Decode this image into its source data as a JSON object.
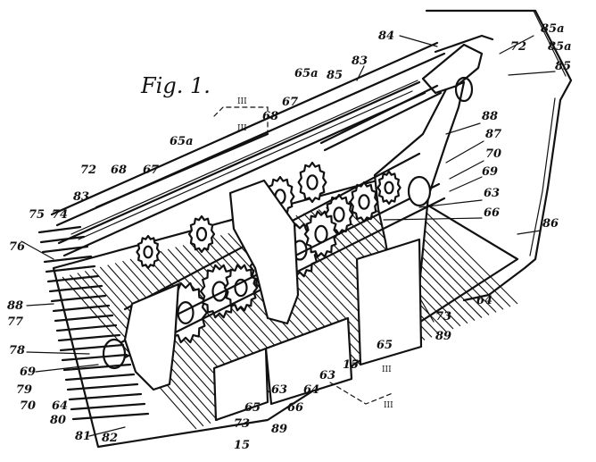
{
  "figure": {
    "title": "Fig. 1.",
    "section_marks": [
      "III",
      "III",
      "III",
      "III"
    ],
    "labels": [
      "84",
      "85a",
      "72",
      "85a",
      "85",
      "83",
      "65a",
      "85",
      "67",
      "68",
      "88",
      "87",
      "70",
      "69",
      "63",
      "66",
      "86",
      "64",
      "73",
      "65",
      "89",
      "15",
      "63",
      "64",
      "66",
      "63",
      "89",
      "73",
      "15",
      "65",
      "65a",
      "72",
      "68",
      "67",
      "83",
      "75",
      "74",
      "76",
      "88",
      "77",
      "78",
      "69",
      "79",
      "70",
      "64",
      "80",
      "81",
      "82"
    ]
  }
}
